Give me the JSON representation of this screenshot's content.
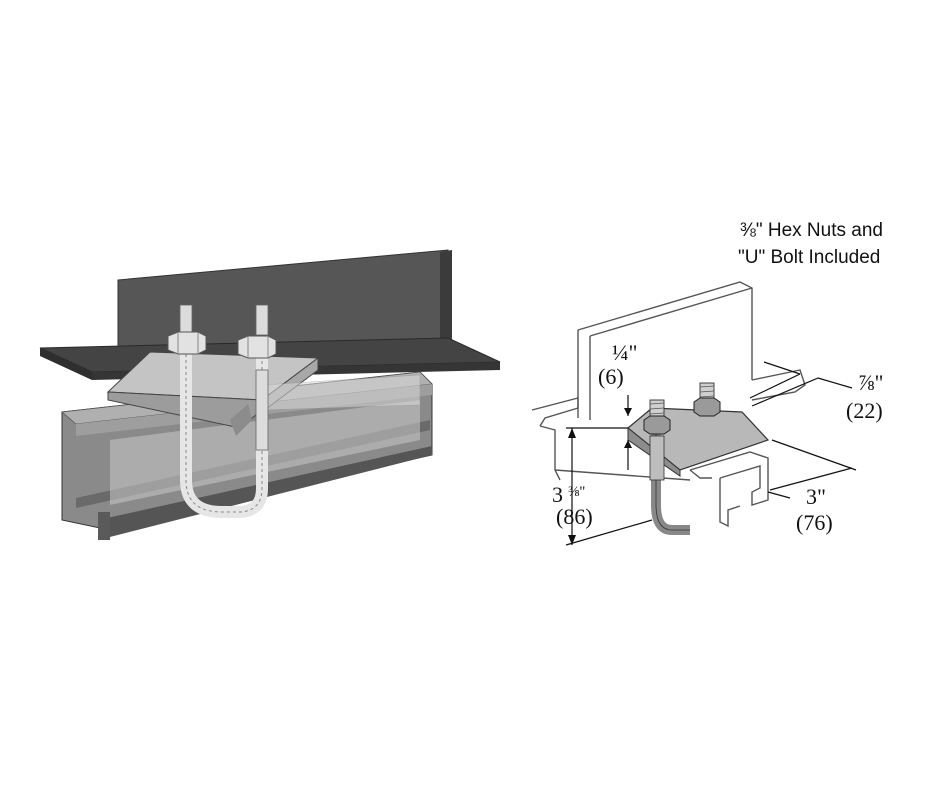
{
  "callout": {
    "line1": "⅜\" Hex Nuts and",
    "line2": "\"U\" Bolt Included"
  },
  "dimensions": {
    "quarter": {
      "value": "¼\"",
      "metric": "(6)"
    },
    "seven_eighths": {
      "value": "⅞\"",
      "metric": "(22)"
    },
    "height": {
      "whole": "3",
      "fraction": "⅜\"",
      "metric": "(86)"
    },
    "width": {
      "value": "3\"",
      "metric": "(76)"
    }
  },
  "colors": {
    "beam_dark": "#555555",
    "beam_mid": "#6e6e6e",
    "flange": "#3f3f3f",
    "channel": "#7a7a7a",
    "clamp": "#b8b8b8",
    "bolt": "#d9d9d9"
  }
}
